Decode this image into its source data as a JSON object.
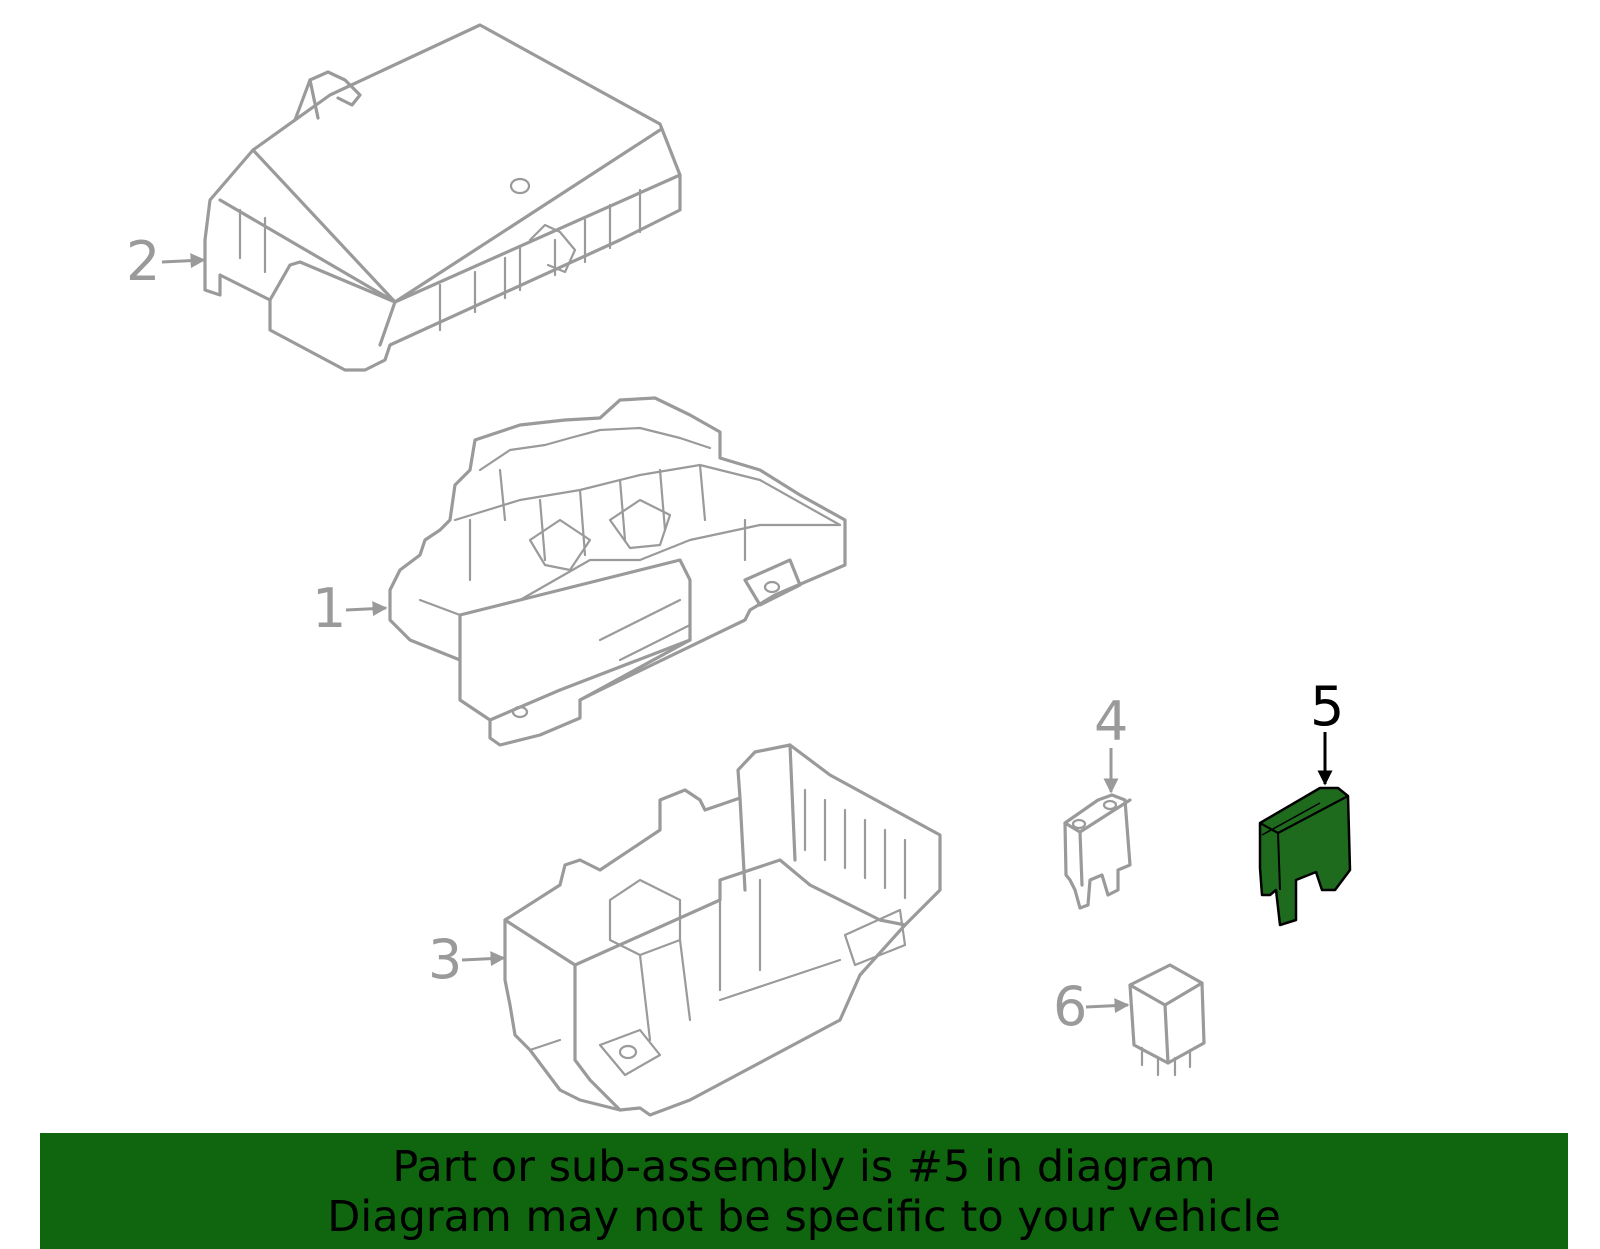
{
  "diagram": {
    "parts": [
      {
        "callout": "1"
      },
      {
        "callout": "2"
      },
      {
        "callout": "3"
      },
      {
        "callout": "4"
      },
      {
        "callout": "5"
      },
      {
        "callout": "6"
      }
    ],
    "highlighted_callout": "5"
  },
  "banner": {
    "line1": "Part or sub-assembly is #5 in diagram",
    "line2": "Diagram may not be specific to your vehicle"
  },
  "colors": {
    "line_gray": "#9a9a9a",
    "highlight_green": "#1e6b1e",
    "banner_green": "#0f660f",
    "active_text": "#000000"
  }
}
